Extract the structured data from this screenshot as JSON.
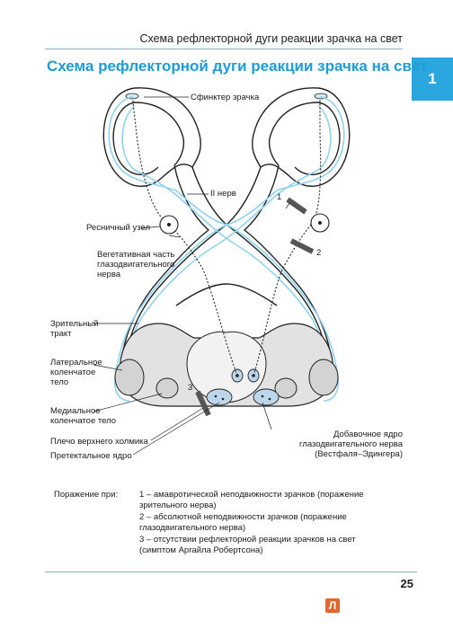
{
  "header": {
    "running_title": "Схема рефлекторной дуги реакции зрачка на свет",
    "chapter": "1"
  },
  "title": "Схема рефлекторной дуги реакции зрачка на свет",
  "labels": {
    "sphincter": "Сфинктер зрачка",
    "optic_nerve": "II нерв",
    "ciliary_ganglion": "Ресничный узел",
    "autonomic_part": "Вегетативная часть\nглазодвигательного\nнерва",
    "optic_tract": "Зрительный\nтракт",
    "lateral_geniculate": "Латеральное\nколенчатое\nтело",
    "medial_geniculate": "Медиальное\nколенчатое тело",
    "superior_colliculus_arm": "Плечо верхнего холмика",
    "pretectal_nucleus": "Претектальное ядро",
    "accessory_nucleus": "Добавочное ядро\nглазодвигательного нерва\n(Вестфаля–Эдингера)",
    "mark_1": "1",
    "mark_2": "2",
    "mark_3": "3"
  },
  "legend": {
    "heading": "Поражение при:",
    "items": [
      "1 – амавротической неподвижности зрачков (поражение\n      зрительного нерва)",
      "2 – абсолютной неподвижности зрачков (поражение\n      глазодвигательного нерва)",
      "3 – отсутствии рефлекторной реакции зрачков на свет\n      (симптом Аргайла Робертсона)"
    ]
  },
  "footer": {
    "page_number": "25",
    "logo_letter": "Л"
  },
  "colors": {
    "accent": "#1e9cd7",
    "chapter_tab": "#2aa7df",
    "pathway": "#8fd3ef",
    "nucleus_fill": "#bcd7ec",
    "lesion_bar": "#555555",
    "structure_fill": "#e2e2e2"
  }
}
